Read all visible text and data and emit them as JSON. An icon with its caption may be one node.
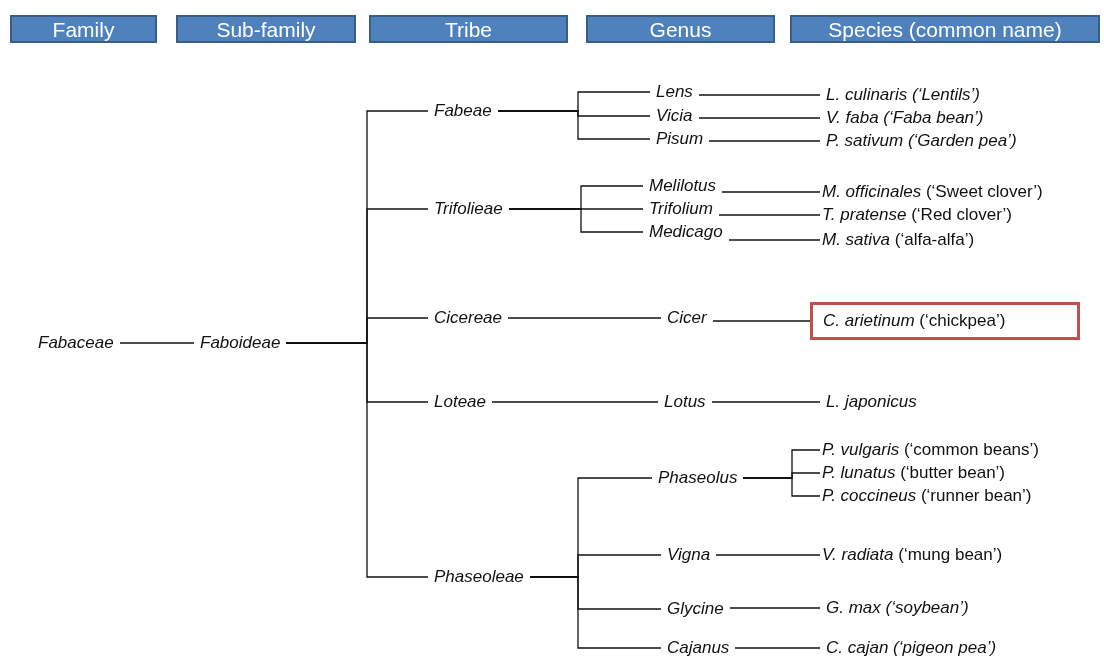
{
  "diagram": {
    "nodes": [
      {
        "text": [
          "Family"
        ]
      },
      {
        "text": [
          "Sub-family"
        ]
      },
      {
        "text": [
          "Tribe"
        ]
      },
      {
        "text": [
          "Genus"
        ]
      },
      {
        "text": [
          "Species (common name)"
        ]
      },
      {
        "text": [
          "Fabaceae"
        ]
      },
      {
        "text": [
          "Faboideae"
        ]
      },
      {
        "text": [
          "Fabeae"
        ]
      },
      {
        "text": [
          "Trifolieae"
        ]
      },
      {
        "text": [
          "Cicereae"
        ]
      },
      {
        "text": [
          "Loteae"
        ]
      },
      {
        "text": [
          "Phaseoleae"
        ]
      },
      {
        "text": [
          "Lens"
        ]
      },
      {
        "text": [
          "Vicia"
        ]
      },
      {
        "text": [
          "Pisum"
        ]
      },
      {
        "text": [
          "Melilotus"
        ]
      },
      {
        "text": [
          "Trifolium"
        ]
      },
      {
        "text": [
          "Medicago"
        ]
      },
      {
        "text": [
          "Cicer"
        ]
      },
      {
        "text": [
          "Lotus"
        ]
      },
      {
        "text": [
          "Phaseolus"
        ]
      },
      {
        "text": [
          "Vigna"
        ]
      },
      {
        "text": [
          "Glycine"
        ]
      },
      {
        "text": [
          "Cajanus"
        ]
      },
      {
        "text": [
          "L. culinaris (‘Lentils’)"
        ]
      },
      {
        "text": [
          "V. faba (‘Faba bean’)"
        ]
      },
      {
        "text": [
          "P. sativum (‘Garden pea’)"
        ]
      },
      {
        "text": [
          "*M. officinales* (‘Sweet clover’)"
        ]
      },
      {
        "text": [
          "*T. pratense* (‘Red clover’)"
        ]
      },
      {
        "text": [
          "*M. sativa* (‘alfa-alfa’)"
        ]
      },
      {
        "text": [
          "*C. arietinum* (‘chickpea’)"
        ]
      },
      {
        "text": [
          "L. japonicus"
        ]
      },
      {
        "text": [
          "*P. vulgaris* (‘common beans’)"
        ]
      },
      {
        "text": [
          "*P. lunatus* (‘butter bean’)"
        ]
      },
      {
        "text": [
          "*P. coccineus* (‘runner bean’)"
        ]
      },
      {
        "text": [
          "*V. radiata*  (‘mung bean’)"
        ]
      },
      {
        "text": [
          "G. max (‘soybean’)"
        ]
      },
      {
        "text": [
          "C. cajan (‘pigeon pea’)"
        ]
      }
    ],
    "edges": [
      {
        "from": 5,
        "to": 6,
        "arrow": "none"
      },
      {
        "from": 6,
        "to": 7,
        "arrow": "none"
      },
      {
        "from": 6,
        "to": 8,
        "arrow": "none"
      },
      {
        "from": 6,
        "to": 9,
        "arrow": "none"
      },
      {
        "from": 6,
        "to": 10,
        "arrow": "none"
      },
      {
        "from": 6,
        "to": 11,
        "arrow": "none"
      },
      {
        "from": 7,
        "to": 12,
        "arrow": "none"
      },
      {
        "from": 7,
        "to": 13,
        "arrow": "none"
      },
      {
        "from": 7,
        "to": 14,
        "arrow": "none"
      },
      {
        "from": 8,
        "to": 15,
        "arrow": "none"
      },
      {
        "from": 8,
        "to": 16,
        "arrow": "none"
      },
      {
        "from": 8,
        "to": 17,
        "arrow": "none"
      },
      {
        "from": 9,
        "to": 18,
        "arrow": "none"
      },
      {
        "from": 10,
        "to": 19,
        "arrow": "none"
      },
      {
        "from": 11,
        "to": 20,
        "arrow": "none"
      },
      {
        "from": 11,
        "to": 21,
        "arrow": "none"
      },
      {
        "from": 11,
        "to": 22,
        "arrow": "none"
      },
      {
        "from": 11,
        "to": 23,
        "arrow": "none"
      },
      {
        "from": 12,
        "to": 24,
        "arrow": "none"
      },
      {
        "from": 13,
        "to": 25,
        "arrow": "none"
      },
      {
        "from": 14,
        "to": 26,
        "arrow": "none"
      },
      {
        "from": 15,
        "to": 27,
        "arrow": "none"
      },
      {
        "from": 16,
        "to": 28,
        "arrow": "none"
      },
      {
        "from": 17,
        "to": 29,
        "arrow": "none"
      },
      {
        "from": 18,
        "to": 30,
        "arrow": "none"
      },
      {
        "from": 19,
        "to": 31,
        "arrow": "none"
      },
      {
        "from": 20,
        "to": 32,
        "arrow": "none"
      },
      {
        "from": 20,
        "to": 33,
        "arrow": "none"
      },
      {
        "from": 20,
        "to": 34,
        "arrow": "none"
      },
      {
        "from": 21,
        "to": 35,
        "arrow": "none"
      },
      {
        "from": 22,
        "to": 36,
        "arrow": "none"
      },
      {
        "from": 23,
        "to": 37,
        "arrow": "none"
      }
    ]
  }
}
